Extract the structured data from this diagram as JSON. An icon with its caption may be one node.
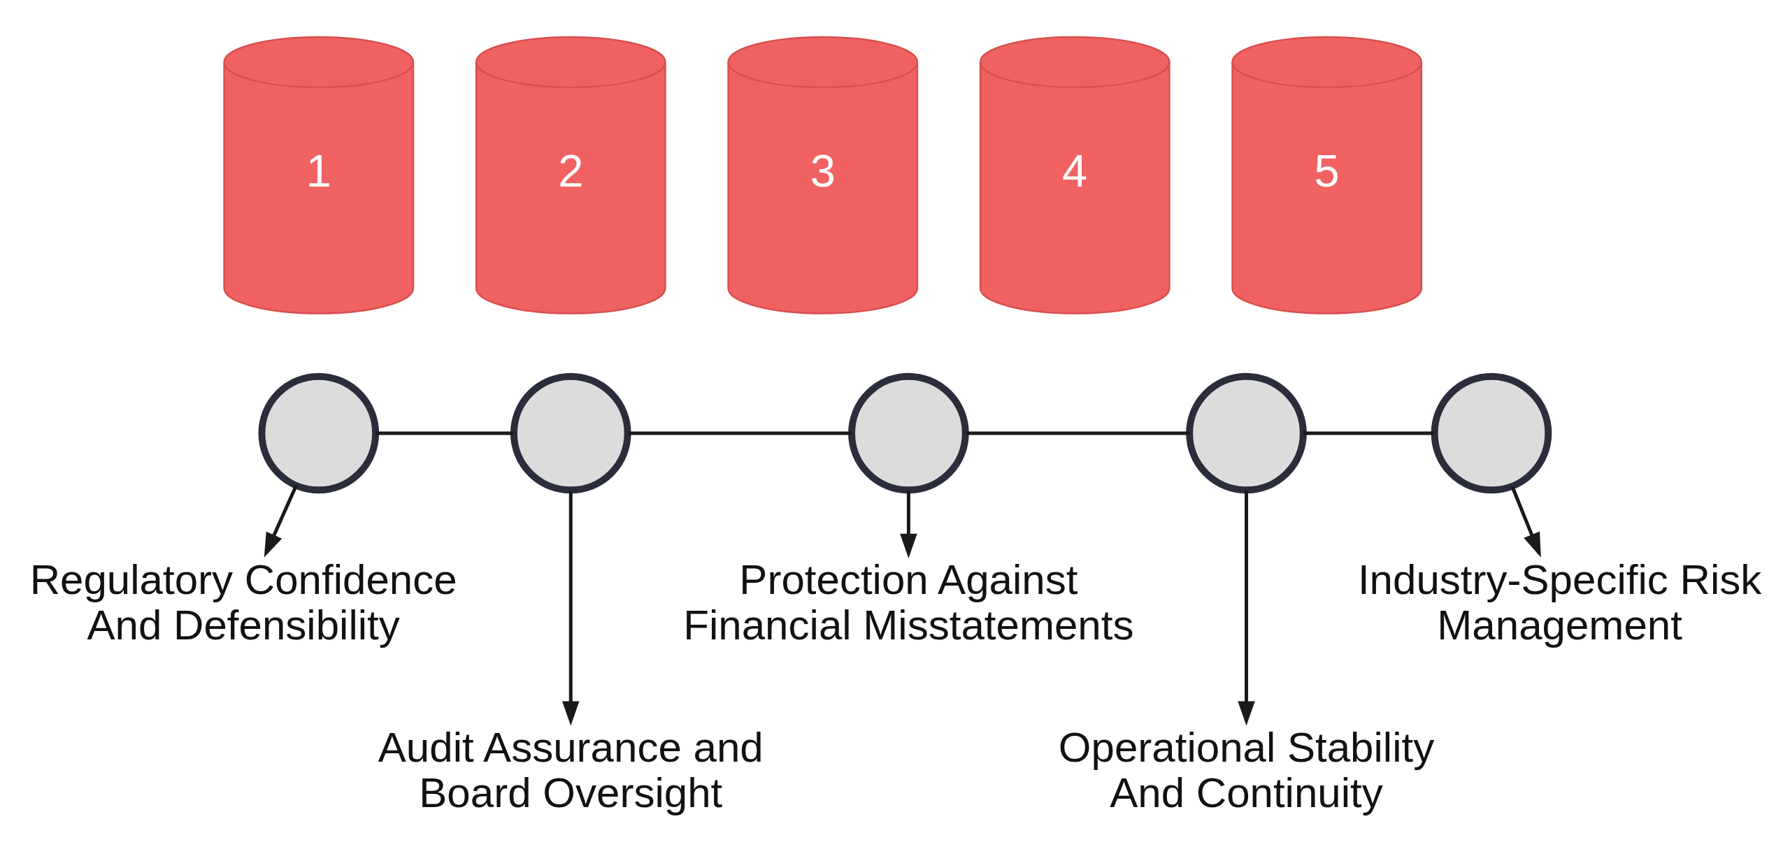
{
  "diagram": {
    "nodes": [
      {
        "text": [
          "1"
        ]
      },
      {
        "text": [
          "2"
        ]
      },
      {
        "text": [
          "3"
        ]
      },
      {
        "text": [
          "4"
        ]
      },
      {
        "text": [
          "5"
        ]
      },
      {
        "text": [],
        "shape": "circle"
      },
      {
        "text": [],
        "shape": "circle"
      },
      {
        "text": [],
        "shape": "circle"
      },
      {
        "text": [],
        "shape": "circle"
      },
      {
        "text": [],
        "shape": "circle"
      },
      {
        "text": [
          "Regulatory Confidence And Defensibility"
        ]
      },
      {
        "text": [
          "Audit Assurance and Board Oversight"
        ]
      },
      {
        "text": [
          "Protection Against Financial Misstatements"
        ]
      },
      {
        "text": [
          "Operational Stability And Continuity"
        ]
      },
      {
        "text": [
          "Industry-Specific Risk Management"
        ]
      }
    ],
    "edges": [
      {
        "from": 5,
        "to": 6,
        "arrow": "none"
      },
      {
        "from": 6,
        "to": 7,
        "arrow": "none"
      },
      {
        "from": 7,
        "to": 8,
        "arrow": "none"
      },
      {
        "from": 8,
        "to": 9,
        "arrow": "none"
      },
      {
        "from": 5,
        "to": 10,
        "arrow": "to"
      },
      {
        "from": 6,
        "to": 11,
        "arrow": "to"
      },
      {
        "from": 7,
        "to": 12,
        "arrow": "to"
      },
      {
        "from": 8,
        "to": 13,
        "arrow": "to"
      },
      {
        "from": 9,
        "to": 14,
        "arrow": "to"
      }
    ]
  }
}
